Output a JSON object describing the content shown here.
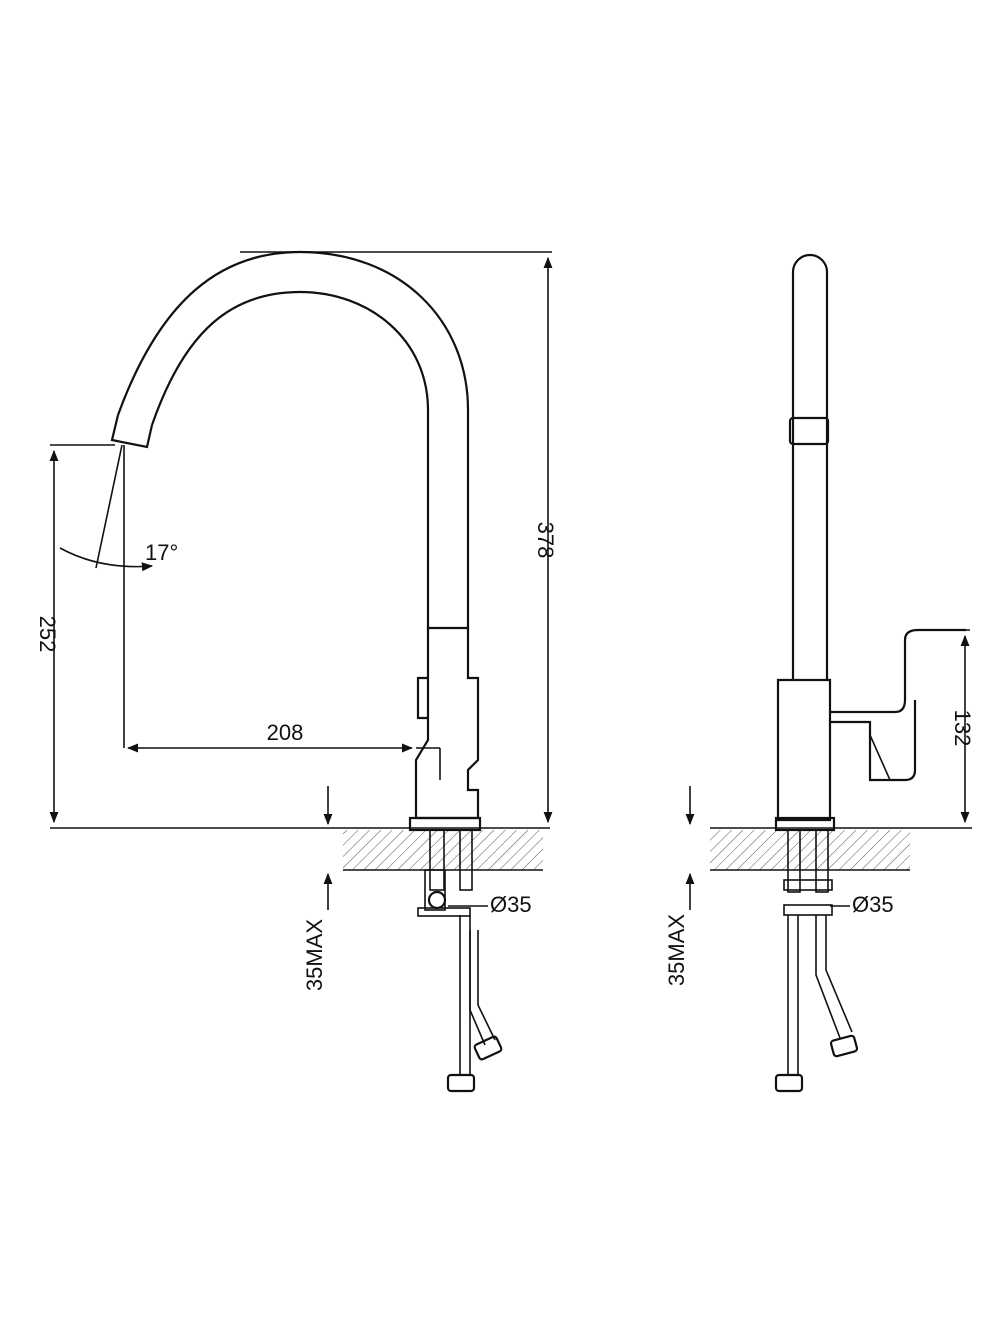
{
  "dimensions": {
    "total_height": "378",
    "spout_height": "252",
    "spout_reach": "208",
    "swivel_angle": "17°",
    "hole_diameter_front": "Ø35",
    "hole_diameter_side": "Ø35",
    "max_deck_thickness_front": "35MAX",
    "max_deck_thickness_side": "35MAX",
    "handle_height": "132"
  },
  "colors": {
    "line": "#111111",
    "hatch": "#555555",
    "background": "#ffffff"
  }
}
